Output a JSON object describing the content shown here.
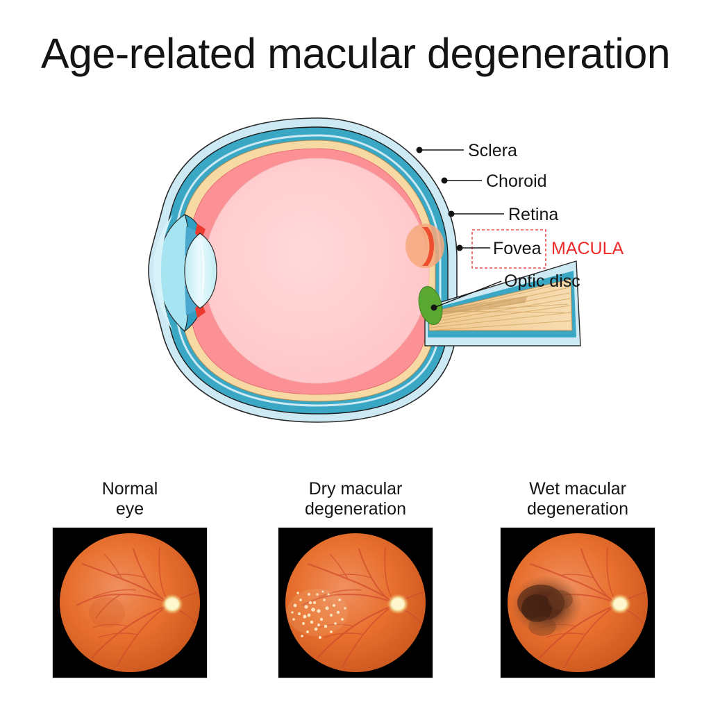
{
  "page": {
    "title": "Age-related macular degeneration",
    "background_color": "#ffffff"
  },
  "eye_diagram": {
    "name": "eye-cross-section",
    "labels": [
      {
        "id": "sclera",
        "text": "Sclera",
        "color": "#141414"
      },
      {
        "id": "choroid",
        "text": "Choroid",
        "color": "#141414"
      },
      {
        "id": "retina",
        "text": "Retina",
        "color": "#141414"
      },
      {
        "id": "fovea",
        "text": "Fovea",
        "color": "#141414"
      },
      {
        "id": "macula",
        "text": "MACULA",
        "color": "#ef2a2a"
      },
      {
        "id": "optic-disc",
        "text": "Optic disc",
        "color": "#141414"
      }
    ],
    "macula_box": {
      "stroke_color": "#ef2a2a",
      "style": "dashed"
    },
    "colors": {
      "sclera_outer": "#cdeaf4",
      "sclera_inner": "#3aa7c4",
      "choroid": "#f7d9a4",
      "retina": "#fb9095",
      "vitreous": "#ffcbcc",
      "cornea": "#a6e4f2",
      "iris": "#4aa8cf",
      "lens": "#d8f2f7",
      "ciliary_body": "#2f9ec0",
      "optic_disc": "#5aa832",
      "optic_nerve": "#f3d2a0",
      "accent_red": "#ef2a2a"
    }
  },
  "fundus_photos": [
    {
      "id": "normal-eye",
      "caption_line1": "Normal",
      "caption_line2": "eye",
      "background": "#000000",
      "retina_color": "#e8702f",
      "optic_disc_color": "#fdf3c8",
      "features": "retinal blood vessels radiating from optic disc"
    },
    {
      "id": "dry-macular-degeneration",
      "caption_line1": "Dry macular",
      "caption_line2": "degeneration",
      "background": "#000000",
      "retina_color": "#e8702f",
      "optic_disc_color": "#fdf3c8",
      "features": "yellow-white drusen deposits clustered in the macula"
    },
    {
      "id": "wet-macular-degeneration",
      "caption_line1": "Wet macular",
      "caption_line2": "degeneration",
      "background": "#000000",
      "retina_color": "#e8702f",
      "optic_disc_color": "#fdf3c8",
      "features": "dark brown hemorrhagic lesion over the macula"
    }
  ]
}
